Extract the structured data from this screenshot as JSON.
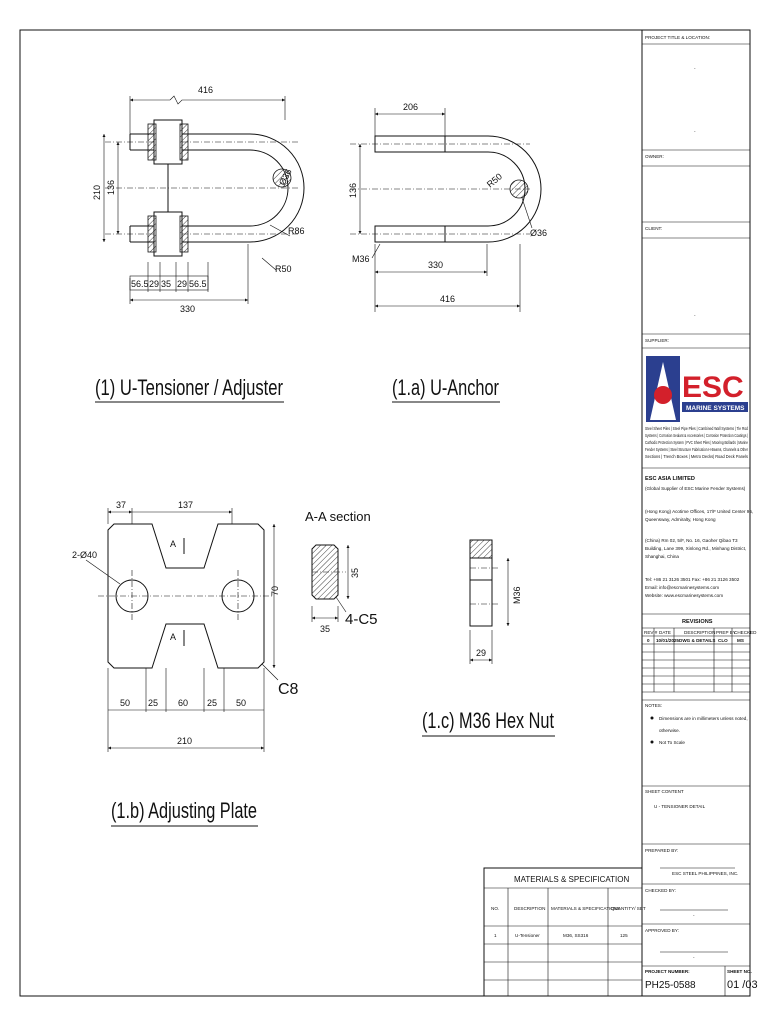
{
  "drawing": {
    "u_tensioner": {
      "title": "(1) U-Tensioner / Adjuster",
      "dims": {
        "top": "416",
        "height_outer": "210",
        "height_inner": "136",
        "radius_outer": "R86",
        "radius_inner": "R50",
        "diameter": "Ø36",
        "bottom": "330"
      },
      "segments": [
        "56.5",
        "29",
        "35",
        "29",
        "56.5"
      ]
    },
    "u_anchor": {
      "title": "(1.a) U-Anchor",
      "dims": {
        "top": "206",
        "height": "136",
        "radius": "R50",
        "diameter": "Ø36",
        "thread": "M36",
        "inner": "330",
        "overall": "416"
      }
    },
    "adjusting_plate": {
      "title": "(1.b) Adjusting Plate",
      "dims": {
        "left_top": "37",
        "mid_top": "137",
        "holes": "2-Ø40",
        "height": "70",
        "chamfer": "C8",
        "overall": "210",
        "section_a": "A"
      },
      "segments": [
        "50",
        "25",
        "60",
        "25",
        "50"
      ],
      "section": {
        "label": "A-A section",
        "height": "35",
        "width": "35",
        "chamfer": "4-C5"
      }
    },
    "hex_nut": {
      "title": "(1.c) M36 Hex Nut",
      "dims": {
        "thread": "M36",
        "width": "29"
      }
    }
  },
  "materials": {
    "heading": "MATERIALS & SPECIFICATION",
    "columns": [
      "NO.",
      "DESCRIPTION",
      "MATERIALS & SPECIFICATIONS",
      "QUANTITY/ SET"
    ],
    "rows": [
      [
        "1",
        "U-Tensioner",
        "M36, SS316",
        "125"
      ]
    ]
  },
  "title_block": {
    "project_label": "PROJECT TITLE & LOCATION:",
    "project_value": "-",
    "project_value2": "-",
    "owner_label": "OWNER:",
    "client_label": "CLIENT:",
    "client_value": "-",
    "supplier_label": "SUPPLIER:",
    "logo_text": "ESC",
    "logo_sub": "MARINE SYSTEMS",
    "products": [
      "Steel Sheet Piles | Steel Pipe Piles | Combined Wall Systems | Tie Rod",
      "Systems | Corrosion Sealant & Accessories | Corrosion Protection Coatings |",
      "Cathodic Protection System | PVC Sheet Piles | Mooring Bollards | Marine",
      "Fender Systems | Steel Structure Fabrication H-Beams, Channels & Other",
      "Sections | Trench Boxes | Metro Decks| Road Deck Panels"
    ],
    "company": "ESC ASIA LIMITED",
    "company_sub": "(Global Supplier of ESC Marine Fender Systems)",
    "hk_address": [
      "(Hong Kong) Acotime Offices, 17/F United Center 95,",
      "Queensway, Admiralty, Hong Kong"
    ],
    "cn_address": [
      "(China) Rm 02, 5/F, No. 16, Gaoher Qibao T3",
      "Building, Lane 399, Xinlong Rd., Minhang District,",
      "Shanghai, China"
    ],
    "contact": [
      "Tel: +86 21 3126 3501    Fax: +86 21 3126 3502",
      "Email: info@escmarinesystems.com",
      "Website: www.escmarinesystems.com"
    ],
    "revisions_label": "REVISIONS",
    "rev_columns": [
      "REV #",
      "DATE",
      "DESCRIPTION",
      "PREP BY",
      "CHECKED"
    ],
    "rev_rows": [
      [
        "0",
        "10/01/2025",
        "DWG & DETAILS",
        "CLO",
        "MS"
      ]
    ],
    "notes_label": "NOTES:",
    "notes": [
      "Dimensions are in millimeters unless noted,",
      "otherwise.",
      "Not To Scale"
    ],
    "sheet_content_label": "SHEET CONTENT",
    "sheet_content": "U - TENSIONER DETAIL",
    "prepared_label": "PREPARED BY:",
    "prepared_value": "ESC STEEL PHILIPPINES, INC.",
    "checked_label": "CHECKED BY:",
    "checked_value": "-",
    "approved_label": "APPROVED BY:",
    "approved_value": "-",
    "project_number_label": "PROJECT NUMBER:",
    "project_number": "PH25-0588",
    "sheet_no_label": "SHEET NO.",
    "sheet_no": "01 /03"
  },
  "colors": {
    "line": "#111111",
    "logo_red": "#d3202b",
    "logo_blue": "#2b3f8f"
  }
}
